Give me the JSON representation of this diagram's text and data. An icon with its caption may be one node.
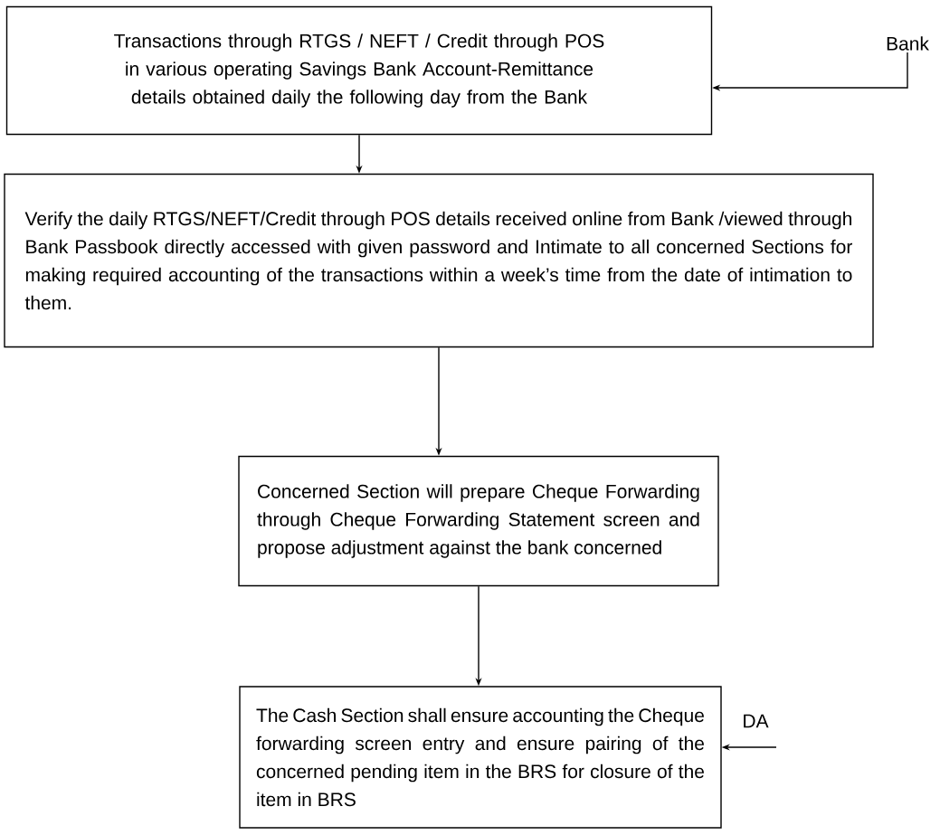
{
  "diagram": {
    "nodes": [
      {
        "text": [
          "Transactions through RTGS / NEFT / Credit through POS in various operating Savings Bank Account-Remittance details obtained daily the following day from the Bank"
        ]
      },
      {
        "text": [
          "Verify the daily RTGS/NEFT/Credit through POS details received online from Bank /viewed through Bank Passbook directly accessed with given password and Intimate to all concerned Sections for making required accounting of the transactions within a week’s time from the date of intimation to them."
        ]
      },
      {
        "text": [
          "Concerned Section will prepare Cheque Forwarding through Cheque Forwarding Statement screen and propose adjustment against the bank concerned"
        ]
      },
      {
        "text": [
          "The Cash Section shall ensure accounting the Cheque forwarding screen entry and ensure pairing of the concerned pending item in the BRS for closure of the item in BRS"
        ]
      },
      {
        "text": [
          "Bank"
        ]
      },
      {
        "text": [
          "DA"
        ]
      }
    ],
    "edges": [
      {
        "from": 4,
        "to": 0,
        "arrow": "to"
      },
      {
        "from": 0,
        "to": 1,
        "arrow": "to"
      },
      {
        "from": 1,
        "to": 2,
        "arrow": "to"
      },
      {
        "from": 2,
        "to": 3,
        "arrow": "to"
      },
      {
        "from": 5,
        "to": 3,
        "arrow": "to"
      }
    ]
  }
}
